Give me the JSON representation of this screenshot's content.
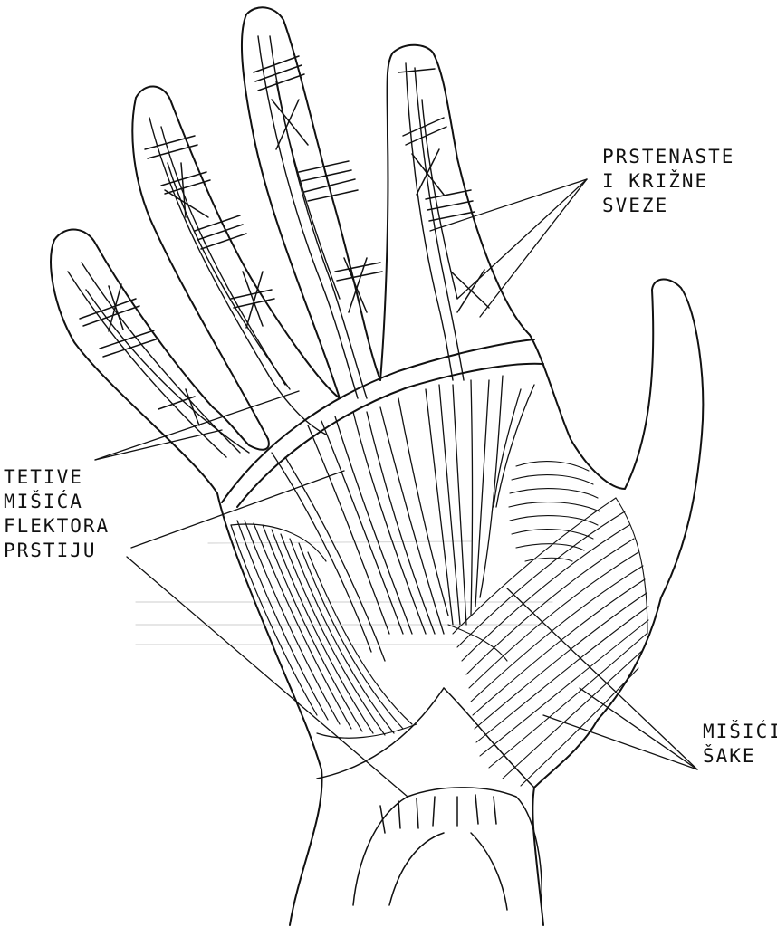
{
  "labels": {
    "ligaments": [
      "PRSTENASTE",
      "I KRIŽNE",
      "SVEZE"
    ],
    "tendons": [
      "TETIVE",
      "MIŠIĆA",
      "FLEKTORA",
      "PRSTIJU"
    ],
    "muscles": [
      "MIŠIĆI",
      "ŠAKE"
    ]
  },
  "colors": {
    "ink": "#111111",
    "paper": "#ffffff"
  }
}
